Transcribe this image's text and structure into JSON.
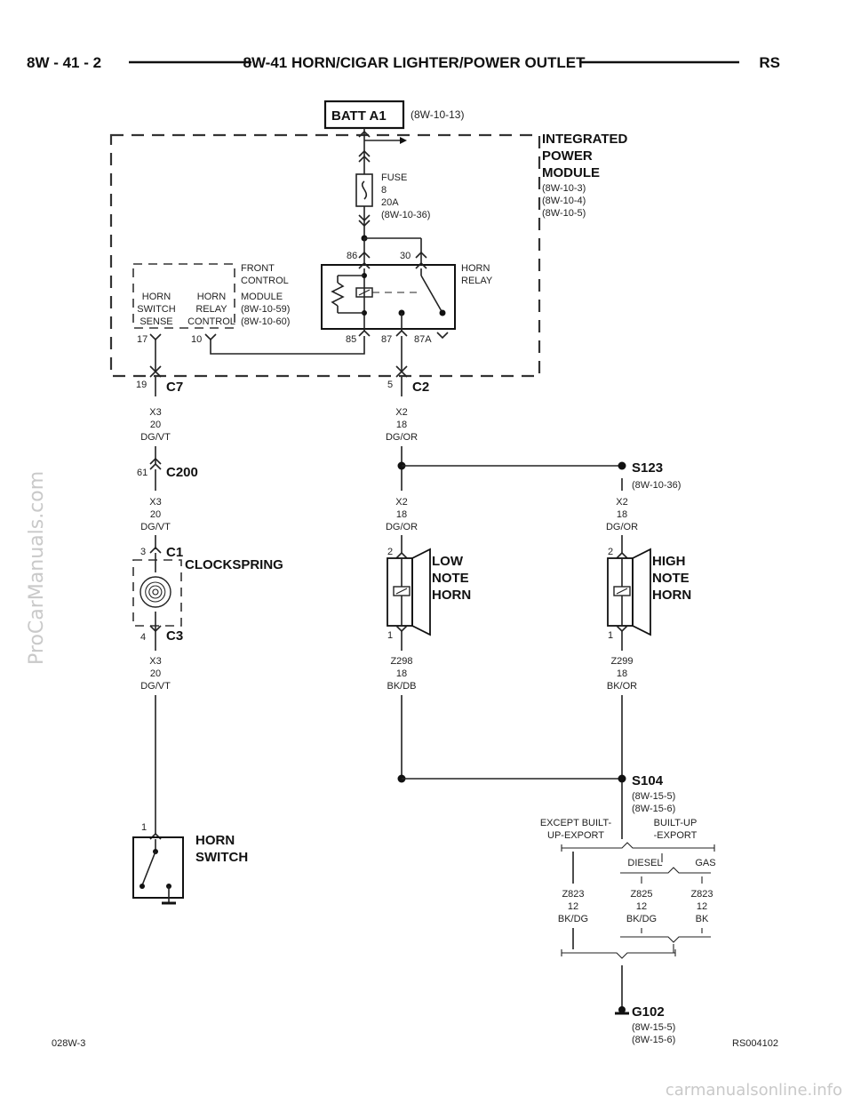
{
  "header": {
    "left": "8W - 41 - 2",
    "title": "8W-41 HORN/CIGAR LIGHTER/POWER OUTLET",
    "right": "RS"
  },
  "footer": {
    "left": "028W-3",
    "right": "RS004102"
  },
  "watermarks": {
    "side": "ProCarManuals.com",
    "bottom": "carmanualsonline.info"
  },
  "batt": {
    "label": "BATT A1",
    "ref": "(8W-10-13)"
  },
  "ipm": {
    "l1": "INTEGRATED",
    "l2": "POWER",
    "l3": "MODULE",
    "r1": "(8W-10-3)",
    "r2": "(8W-10-4)",
    "r3": "(8W-10-5)"
  },
  "fuse": {
    "l1": "FUSE",
    "l2": "8",
    "l3": "20A",
    "l4": "(8W-10-36)"
  },
  "relay": {
    "title1": "HORN",
    "title2": "RELAY",
    "p86": "86",
    "p30": "30",
    "p85": "85",
    "p87": "87",
    "p87a": "87A"
  },
  "fcm": {
    "l1": "FRONT",
    "l2": "CONTROL",
    "l3": "MODULE",
    "l4": "(8W-10-59)",
    "l5": "(8W-10-60)",
    "sense1": "HORN",
    "sense2": "SWITCH",
    "sense3": "SENSE",
    "ctrl1": "HORN",
    "ctrl2": "RELAY",
    "ctrl3": "CONTROL",
    "pin17": "17",
    "pin10": "10"
  },
  "c7": {
    "label": "C7",
    "pin": "19"
  },
  "c2": {
    "label": "C2",
    "pin": "5"
  },
  "c200": {
    "label": "C200",
    "pin": "61"
  },
  "c1": {
    "label": "C1",
    "pin": "3"
  },
  "c3": {
    "label": "C3",
    "pin": "4"
  },
  "clockspring": "CLOCKSPRING",
  "wires": {
    "x3a": {
      "c": "X3",
      "g": "20",
      "col": "DG/VT"
    },
    "x3b": {
      "c": "X3",
      "g": "20",
      "col": "DG/VT"
    },
    "x3c": {
      "c": "X3",
      "g": "20",
      "col": "DG/VT"
    },
    "x2a": {
      "c": "X2",
      "g": "18",
      "col": "DG/OR"
    },
    "x2b": {
      "c": "X2",
      "g": "18",
      "col": "DG/OR"
    },
    "x2c": {
      "c": "X2",
      "g": "18",
      "col": "DG/OR"
    },
    "z298": {
      "c": "Z298",
      "g": "18",
      "col": "BK/DB"
    },
    "z299": {
      "c": "Z299",
      "g": "18",
      "col": "BK/OR"
    },
    "z823a": {
      "c": "Z823",
      "g": "12",
      "col": "BK/DG"
    },
    "z825": {
      "c": "Z825",
      "g": "12",
      "col": "BK/DG"
    },
    "z823b": {
      "c": "Z823",
      "g": "12",
      "col": "BK"
    }
  },
  "s123": {
    "label": "S123",
    "ref": "(8W-10-36)"
  },
  "s104": {
    "label": "S104",
    "r1": "(8W-15-5)",
    "r2": "(8W-15-6)"
  },
  "g102": {
    "label": "G102",
    "r1": "(8W-15-5)",
    "r2": "(8W-15-6)"
  },
  "low_horn": {
    "l1": "LOW",
    "l2": "NOTE",
    "l3": "HORN",
    "pinTop": "2",
    "pinBot": "1"
  },
  "high_horn": {
    "l1": "HIGH",
    "l2": "NOTE",
    "l3": "HORN",
    "pinTop": "2",
    "pinBot": "1"
  },
  "horn_switch": {
    "l1": "HORN",
    "l2": "SWITCH",
    "pin": "1"
  },
  "options": {
    "except1": "EXCEPT BUILT-",
    "except2": "UP-EXPORT",
    "built1": "BUILT-UP",
    "built2": "-EXPORT",
    "diesel": "DIESEL",
    "gas": "GAS"
  }
}
